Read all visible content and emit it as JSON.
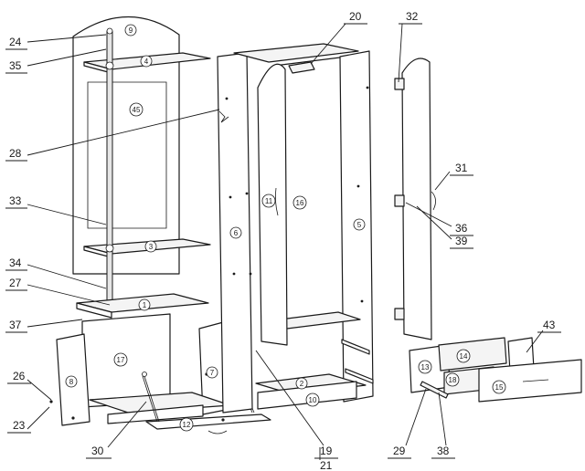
{
  "callouts": [
    {
      "id": "20",
      "text": "20"
    },
    {
      "id": "32",
      "text": "32"
    },
    {
      "id": "24",
      "text": "24"
    },
    {
      "id": "35",
      "text": "35"
    },
    {
      "id": "28",
      "text": "28"
    },
    {
      "id": "33",
      "text": "33"
    },
    {
      "id": "31",
      "text": "31"
    },
    {
      "id": "36",
      "text": "36"
    },
    {
      "id": "39",
      "text": "39"
    },
    {
      "id": "34",
      "text": "34"
    },
    {
      "id": "27",
      "text": "27"
    },
    {
      "id": "37",
      "text": "37"
    },
    {
      "id": "43",
      "text": "43"
    },
    {
      "id": "26",
      "text": "26"
    },
    {
      "id": "23",
      "text": "23"
    },
    {
      "id": "30",
      "text": "30"
    },
    {
      "id": "19",
      "text": "19"
    },
    {
      "id": "21",
      "text": "21"
    },
    {
      "id": "29",
      "text": "29"
    },
    {
      "id": "38",
      "text": "38"
    }
  ],
  "part_labels": [
    {
      "id": "p9",
      "text": "9"
    },
    {
      "id": "p4",
      "text": "4"
    },
    {
      "id": "p45",
      "text": "45"
    },
    {
      "id": "p3",
      "text": "3"
    },
    {
      "id": "p1",
      "text": "1"
    },
    {
      "id": "p17",
      "text": "17"
    },
    {
      "id": "p8",
      "text": "8"
    },
    {
      "id": "p7",
      "text": "7"
    },
    {
      "id": "p12",
      "text": "12"
    },
    {
      "id": "p6",
      "text": "6"
    },
    {
      "id": "p11",
      "text": "11"
    },
    {
      "id": "p16",
      "text": "16"
    },
    {
      "id": "p5",
      "text": "5"
    },
    {
      "id": "p2",
      "text": "2"
    },
    {
      "id": "p10",
      "text": "10"
    },
    {
      "id": "p14",
      "text": "14"
    },
    {
      "id": "p13",
      "text": "13"
    },
    {
      "id": "p18",
      "text": "18"
    },
    {
      "id": "p15",
      "text": "15"
    }
  ]
}
